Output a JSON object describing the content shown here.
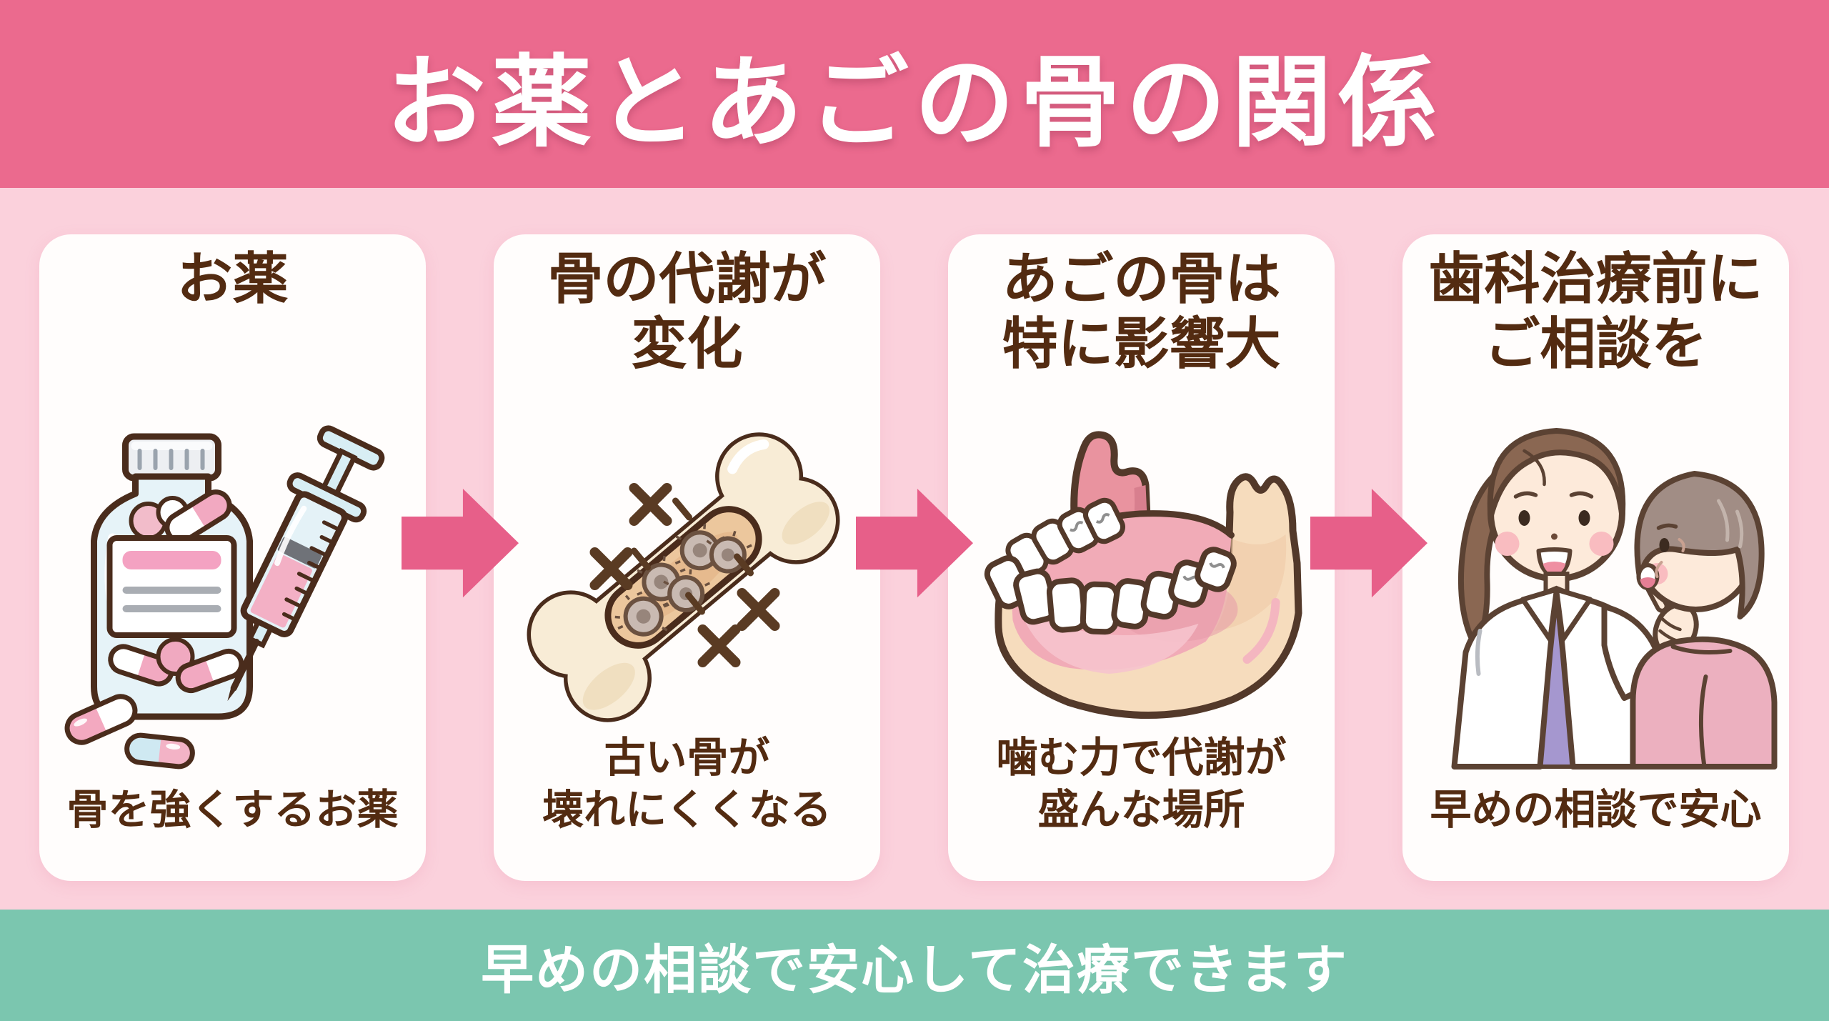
{
  "header": {
    "title": "お薬とあごの骨の関係"
  },
  "footer": {
    "message": "早めの相談で安心して治療できます"
  },
  "cards": [
    {
      "id": "medicine",
      "heading": "お薬",
      "caption": "骨を強くするお薬",
      "illustration": "pill-bottle-and-syringe"
    },
    {
      "id": "bone-metabolism",
      "heading": "骨の代謝が\n変化",
      "caption": "古い骨が\n壊れにくくなる",
      "illustration": "bone-with-cells"
    },
    {
      "id": "jaw-impact",
      "heading": "あごの骨は\n特に影響大",
      "caption": "噛む力で代謝が\n盛んな場所",
      "illustration": "lower-jaw-with-teeth"
    },
    {
      "id": "consult-before-treatment",
      "heading": "歯科治療前に\nご相談を",
      "caption": "早めの相談で安心",
      "illustration": "doctor-and-patient"
    }
  ],
  "theme": {
    "header_bg": "#eb6a8e",
    "page_bg": "#fbd1dc",
    "card_bg": "#fffdfc",
    "footer_bg": "#7bc6af",
    "arrow_color": "#e75f89",
    "text_brown": "#532b11",
    "text_white": "#ffffff",
    "outline_brown": "#4a2c1c"
  }
}
